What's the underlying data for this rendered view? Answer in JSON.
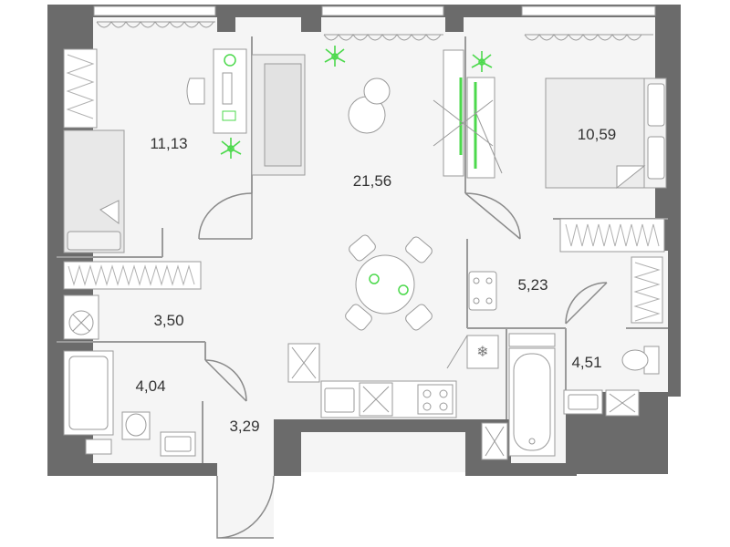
{
  "plan": {
    "colors": {
      "wall": "#6b6b6b",
      "floor": "#f5f5f5",
      "fixture_stroke": "#9a9a9a",
      "plant": "#4cd94c",
      "text": "#333333"
    },
    "rooms": [
      {
        "id": "bedroom-1",
        "area": "11,13"
      },
      {
        "id": "living-room",
        "area": "21,56"
      },
      {
        "id": "bedroom-2",
        "area": "10,59"
      },
      {
        "id": "hall",
        "area": "3,50"
      },
      {
        "id": "kitchen-corridor",
        "area": "5,23"
      },
      {
        "id": "bathroom-1",
        "area": "4,04"
      },
      {
        "id": "bathroom-2",
        "area": "4,51"
      },
      {
        "id": "entry",
        "area": "3,29"
      }
    ],
    "icons": [
      "plant-icon",
      "snowflake-icon",
      "stove-icon",
      "sink-icon",
      "toilet-icon",
      "bathtub-icon",
      "bed-icon",
      "sofa-icon",
      "dining-table-icon",
      "washing-machine-icon"
    ]
  }
}
